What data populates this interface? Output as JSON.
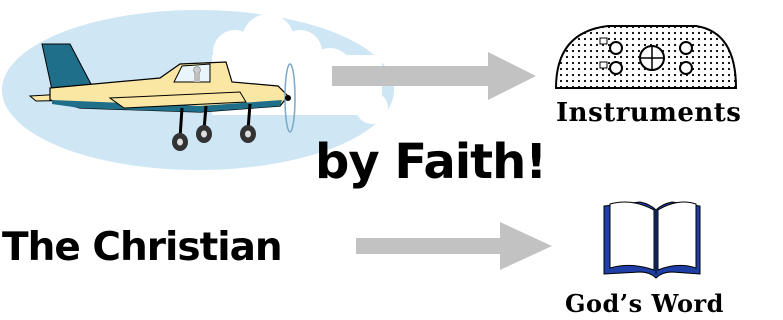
{
  "labels": {
    "instruments": "Instruments",
    "by_faith": "by Faith!",
    "the_christian": "The Christian",
    "gods_word": "God’s Word"
  },
  "colors": {
    "sky_ellipse": "#cfe6f5",
    "cloud": "#ffffff",
    "plane_body": "#fbe7a4",
    "plane_tail": "#1f6f8b",
    "arrow": "#c2c2c2",
    "book_cover": "#1f3fa6",
    "text": "#000000"
  },
  "icons": {
    "airplane": "airplane-illustration",
    "instrument_panel": "instrument-panel-icon",
    "bible": "open-book-icon"
  }
}
